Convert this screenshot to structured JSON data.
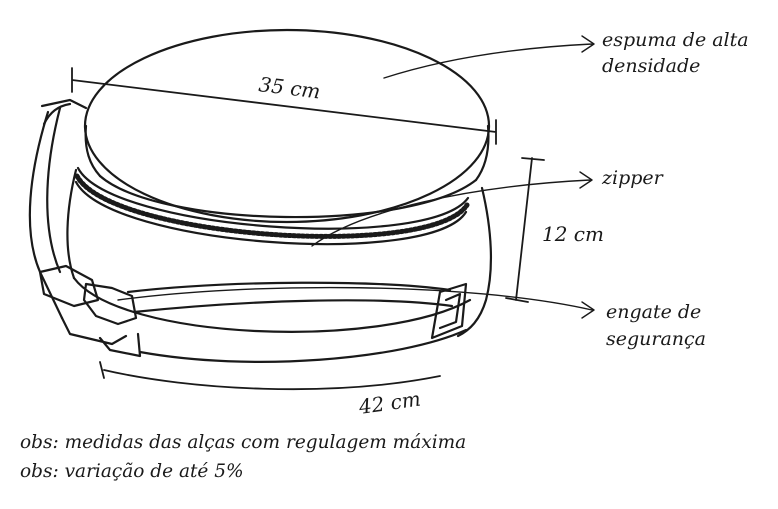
{
  "dimensions": {
    "diameter": "35 cm",
    "height": "12 cm",
    "strap": "42 cm"
  },
  "callouts": {
    "foam": [
      "espuma de alta",
      "densidade"
    ],
    "zipper": "zipper",
    "buckle": [
      "engate de",
      "segurança"
    ]
  },
  "notes": [
    {
      "prefix": "obs",
      "text": ": medidas das alças com regulagem máxima"
    },
    {
      "prefix": "obs",
      "text": ": variação de até 5%"
    }
  ],
  "colors": {
    "ink": "#1a1a1a",
    "background": "#ffffff"
  }
}
